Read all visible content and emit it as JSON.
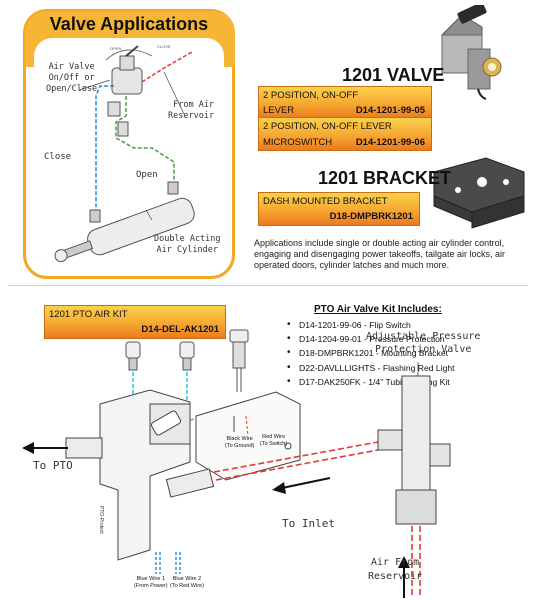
{
  "applications_panel": {
    "title": "Valve Applications",
    "labels": {
      "air_valve": [
        "Air Valve",
        "On/Off or",
        "Open/Close"
      ],
      "from_air_reservoir": [
        "From Air",
        "Reservoir"
      ],
      "close": "Close",
      "open": "Open",
      "double_acting": [
        "Double Acting",
        "Air Cylinder"
      ],
      "small_open": "OPEN",
      "small_close": "CLOSE"
    }
  },
  "valve_product": {
    "title": "1201 VALVE",
    "options": [
      {
        "desc": "2 POSITION, ON-OFF",
        "desc2": "LEVER",
        "code": "D14-1201-99-05"
      },
      {
        "desc": "2 POSITION, ON-OFF LEVER",
        "desc2": "MICROSWITCH",
        "code": "D14-1201-99-06"
      }
    ]
  },
  "bracket_product": {
    "title": "1201 BRACKET",
    "desc": "DASH MOUNTED BRACKET",
    "code": "D18-DMPBRK1201"
  },
  "applications_text": "Applications include single or double acting air cylinder control, engaging and disengaging power takeoffs, tailgate air locks, air operated doors, cylinder latches and much more.",
  "kit": {
    "box_title": "1201 PTO AIR KIT",
    "box_code": "D14-DEL-AK1201",
    "heading": "PTO Air Valve Kit Includes:",
    "items": [
      "D14-1201-99-06 - Flip Switch",
      "D14-1204-99-01 - Pressure Protection",
      "D18-DMPBRK1201 - Mounting Bracket",
      "D22-DAVLLLIGHTS - Flashing Red Light",
      "D17-DAK250FK - 1/4\" Tubing/Fitting Kit"
    ]
  },
  "diagram": {
    "adjustable": [
      "Adjustable Pressure",
      "Protection Valve"
    ],
    "to_pto": "To PTO",
    "to_inlet": "To Inlet",
    "air_from": [
      "Air From",
      "Reservoir"
    ],
    "black_wire": [
      "Black Wire",
      "(To Ground)"
    ],
    "red_wire": [
      "Red Wire",
      "(To Switch)"
    ],
    "blue_wire_1": [
      "Blue Wire 1",
      "(From Power)"
    ],
    "blue_wire_2": [
      "Blue Wire 2",
      "(To Red Wire)"
    ],
    "part_label_a": "PTO-Protect"
  },
  "colors": {
    "panel_border": "#f5a623",
    "box_top": "#fbd24a",
    "box_bottom": "#ec7a1e",
    "air_red": "#e53935",
    "air_blue": "#1e88e5",
    "air_green": "#43a047",
    "air_cyan": "#26c6da"
  }
}
